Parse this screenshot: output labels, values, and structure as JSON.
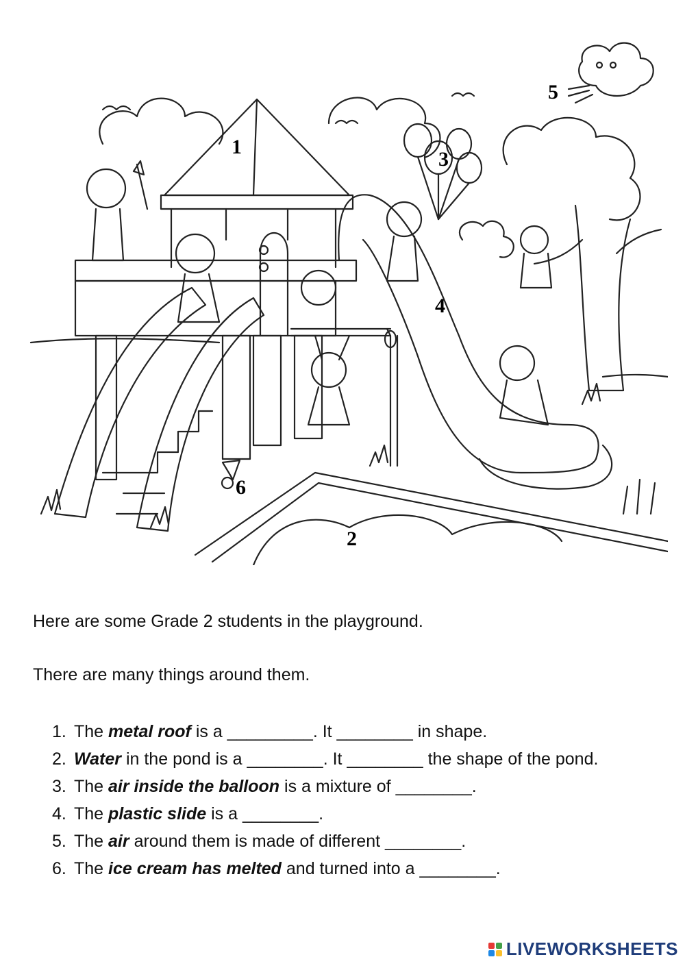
{
  "illustration": {
    "labels": [
      "1",
      "2",
      "3",
      "4",
      "5",
      "6"
    ]
  },
  "intro": {
    "line1": "Here are some Grade 2 students in the playground.",
    "line2": "There are many things around them."
  },
  "questions": [
    {
      "num": "1.",
      "pre": "The ",
      "em": "metal roof",
      "post": " is a _________. It ________ in shape."
    },
    {
      "num": "2.",
      "pre": "",
      "em": "Water",
      "post": " in the pond is a ________. It ________ the shape of the pond."
    },
    {
      "num": "3.",
      "pre": "The ",
      "em": "air inside the balloon",
      "post": " is a mixture of ________."
    },
    {
      "num": "4.",
      "pre": "The ",
      "em": "plastic slide",
      "post": " is a ________."
    },
    {
      "num": "5.",
      "pre": "The ",
      "em": "air",
      "post": " around them is made of different ________."
    },
    {
      "num": "6.",
      "pre": "The ",
      "em": "ice cream has melted",
      "post": " and turned into a ________."
    }
  ],
  "brand": {
    "name": "LIVEWORKSHEETS",
    "colors": [
      "#e53935",
      "#43a047",
      "#1e88e5",
      "#fbc02d"
    ]
  }
}
